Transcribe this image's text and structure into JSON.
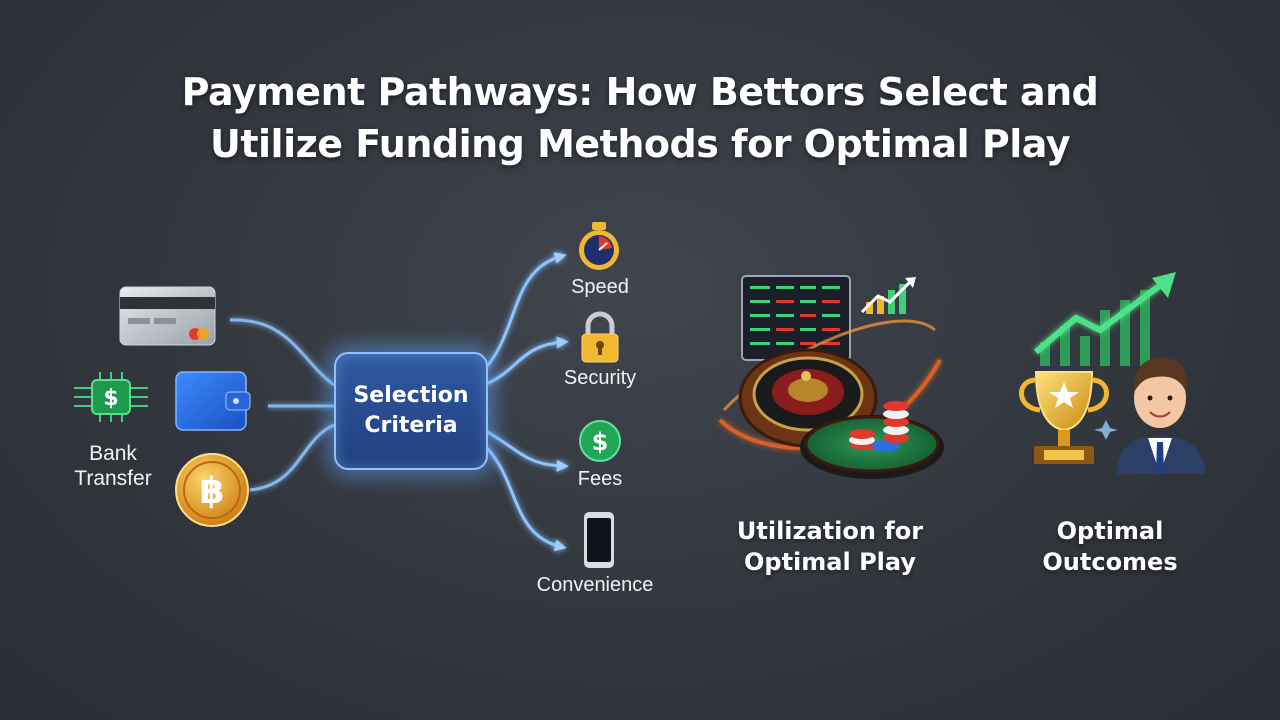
{
  "title": {
    "line1": "Payment Pathways: How Bettors Select and",
    "line2": "Utilize Funding Methods for Optimal Play"
  },
  "methods": {
    "bank_transfer_label": "Bank Transfer",
    "card_icon": "credit-card-icon",
    "wallet_icon": "e-wallet-icon",
    "crypto_icon": "bitcoin-icon",
    "bank_icon": "bank-transfer-chip-icon"
  },
  "selection": {
    "line1": "Selection",
    "line2": "Criteria"
  },
  "criteria": [
    {
      "label": "Speed",
      "icon": "stopwatch-icon"
    },
    {
      "label": "Security",
      "icon": "padlock-icon"
    },
    {
      "label": "Fees",
      "icon": "dollar-coin-icon"
    },
    {
      "label": "Convenience",
      "icon": "smartphone-icon"
    }
  ],
  "utilization": {
    "line1": "Utilization for",
    "line2": "Optimal Play",
    "icon": "roulette-table-icon"
  },
  "outcomes": {
    "line1": "Optimal",
    "line2": "Outcomes",
    "icon": "trophy-winner-icon"
  },
  "colors": {
    "connector": "#8cc4ff",
    "accent": "#3a78d8",
    "growth": "#3fd17a",
    "gold": "#f2b731"
  }
}
